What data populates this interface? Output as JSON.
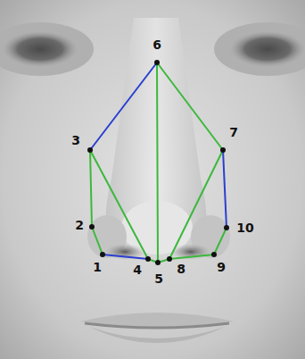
{
  "diagram": {
    "labels": [
      "6",
      "7",
      "3",
      "2",
      "10",
      "1",
      "4",
      "5",
      "8",
      "9"
    ]
  }
}
